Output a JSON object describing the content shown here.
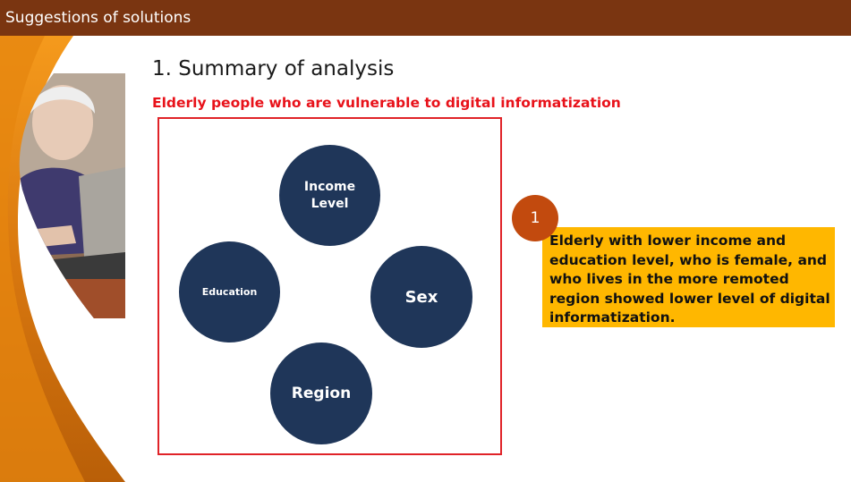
{
  "header": {
    "title": "Suggestions of solutions"
  },
  "main": {
    "heading": "1. Summary of analysis",
    "subheading": "Elderly people who are vulnerable to digital informatization",
    "factors": {
      "income": "Income\nLevel",
      "education": "Education",
      "sex": "Sex",
      "region": "Region"
    },
    "callout": {
      "number": "1",
      "text": "Elderly with lower income and education level, who is female, and who lives in the more remoted region showed lower level of digital informatization."
    }
  },
  "colors": {
    "title_bar": "#7a3511",
    "accent_orange": "#e07a0c",
    "subheading_red": "#e8121a",
    "circle_navy": "#1f3659",
    "callout_yellow": "#ffb700",
    "badge_orange": "#c24a0e"
  }
}
